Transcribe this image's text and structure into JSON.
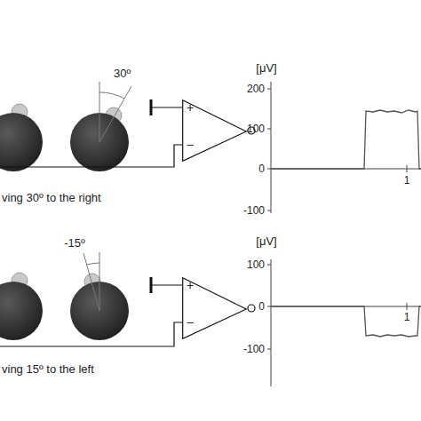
{
  "diagram": {
    "nodes": [
      {
        "text": [
          "+",
          "−"
        ]
      },
      {
        "text": [
          "+",
          "−"
        ]
      }
    ],
    "labels": [
      "30º",
      "[μV]",
      "200",
      "100",
      "0",
      "-100",
      "1",
      "ving 30º to the right",
      "-15º",
      "[μV]",
      "100",
      "0",
      "-100",
      "1",
      "ving 15º to the left"
    ]
  }
}
